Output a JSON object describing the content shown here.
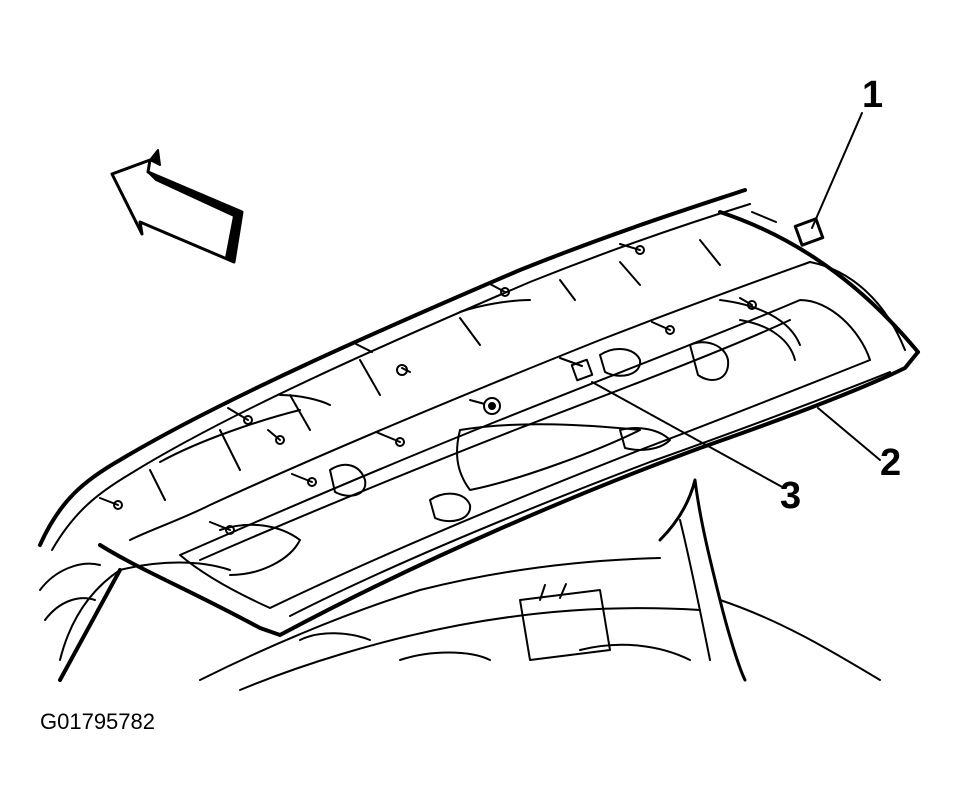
{
  "callouts": [
    {
      "label": "1"
    },
    {
      "label": "2"
    },
    {
      "label": "3"
    }
  ],
  "figure_id": "G01795782",
  "icons": {
    "direction_arrow": "front-direction-arrow-icon"
  },
  "colors": {
    "line": "#000000",
    "background": "#ffffff"
  }
}
